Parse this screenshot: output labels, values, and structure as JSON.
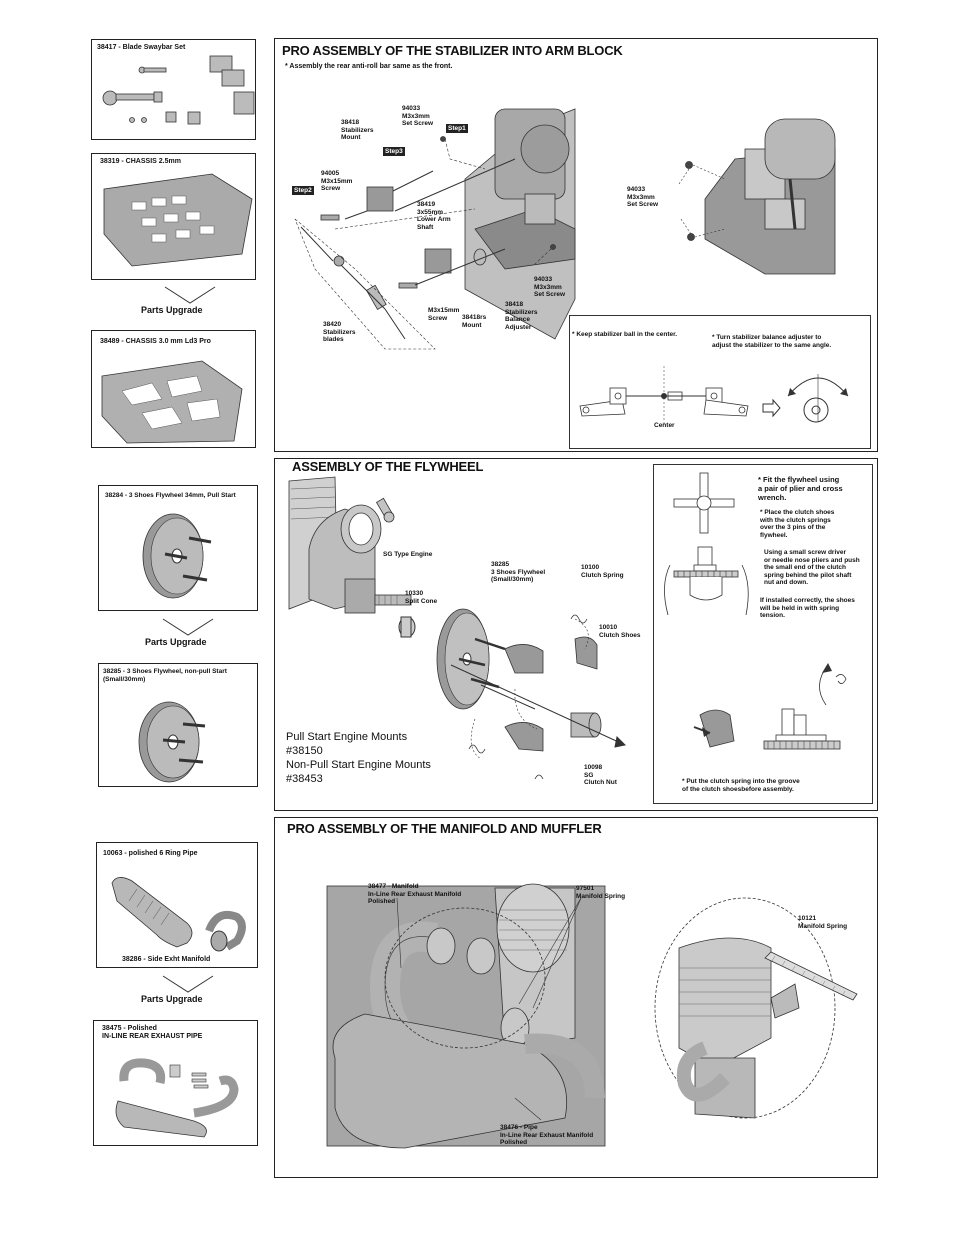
{
  "sidebar": {
    "swaybar": "38417 -  Blade Swaybar Set",
    "chassis25": "38319 - CHASSIS 2.5mm",
    "upgrade1": "Parts Upgrade",
    "chassis30": "38489 - CHASSIS 3.0 mm Ld3 Pro",
    "flywheel34": "38284 -  3 Shoes Flywheel 34mm, Pull Start",
    "upgrade2": "Parts Upgrade",
    "flywheelnp": "38285  - 3 Shoes Flywheel, non-pull Start\n            (Small/30mm)",
    "pipe6": "10063 - polished 6 Ring Pipe",
    "sidemanifold": "38286 - Side Exht Manifold",
    "upgrade3": "Parts Upgrade",
    "inline": "38475 - Polished\nIN-LINE REAR EXHAUST PIPE"
  },
  "stabilizer": {
    "title": "PRO ASSEMBLY OF THE STABILIZER INTO ARM BLOCK",
    "note": "* Assembly the rear anti-roll bar same as the front.",
    "step1": "Step1",
    "step2": "Step2",
    "step3": "Step3",
    "p94033a": "94033\nM3x3mm\nSet Screw",
    "p38418a": "38418\nStabilizers\nMount",
    "p94005": "94005\nM3x15mm\nScrew",
    "p38419": "38419\n3x55mm\nLower Arm\nShaft",
    "p94033b": "94033\nM3x3mm\nSet Screw",
    "p94033c": "94033\nM3x3mm\nSet Screw",
    "pm3x15": "M3x15mm\nScrew",
    "p38418rs": "38418rs\nMount",
    "p38418b": "38418\nStabilizers\nBalance\nAdjuster",
    "p38420": "38420\nStabilizers\nblades",
    "keep": "* Keep stabilizer ball in the center.",
    "turn": "* Turn stabilizer balance adjuster to\n  adjust the stabilizer to the same angle.",
    "center": "Center"
  },
  "flywheel": {
    "title": "ASSEMBLY OF THE FLYWHEEL",
    "sg": "SG Type Engine",
    "split": "10330\nSplit Cone",
    "p38285": "38285\n3 Shoes Flywheel\n    (Small/30mm)",
    "spring": "10100\nClutch Spring",
    "shoes": "10010\nClutch Shoes",
    "nut": "10098\nSG\nClutch Nut",
    "mounts": "Pull Start Engine Mounts\n#38150\nNon-Pull Start Engine Mounts\n#38453",
    "fit": "* Fit the flywheel using\n  a pair of plier and cross\n  wrench.",
    "place": "* Place the clutch shoes\n  with the clutch springs\n  over the 3 pins of the\n  flywheel.",
    "using": "Using a small screw driver\nor needle nose pliers and push\nthe small end of the clutch\nspring behind the pilot shaft\nnut and down.",
    "installed": "If installed correctly, the shoes\nwill be held in with spring\ntension.",
    "put": "* Put the clutch spring into the groove\n  of the clutch shoesbefore assembly."
  },
  "manifold": {
    "title": "PRO ASSEMBLY OF THE MANIFOLD AND MUFFLER",
    "p38477": "38477 - Manifold\nIn-Line Rear Exhaust Manifold\nPolished",
    "p97501": "97501\nManifold Spring",
    "p10121": "10121\nManifold Spring",
    "p38476": "38476 - Pipe\nIn-Line Rear Exhaust Manifold\nPolished"
  }
}
